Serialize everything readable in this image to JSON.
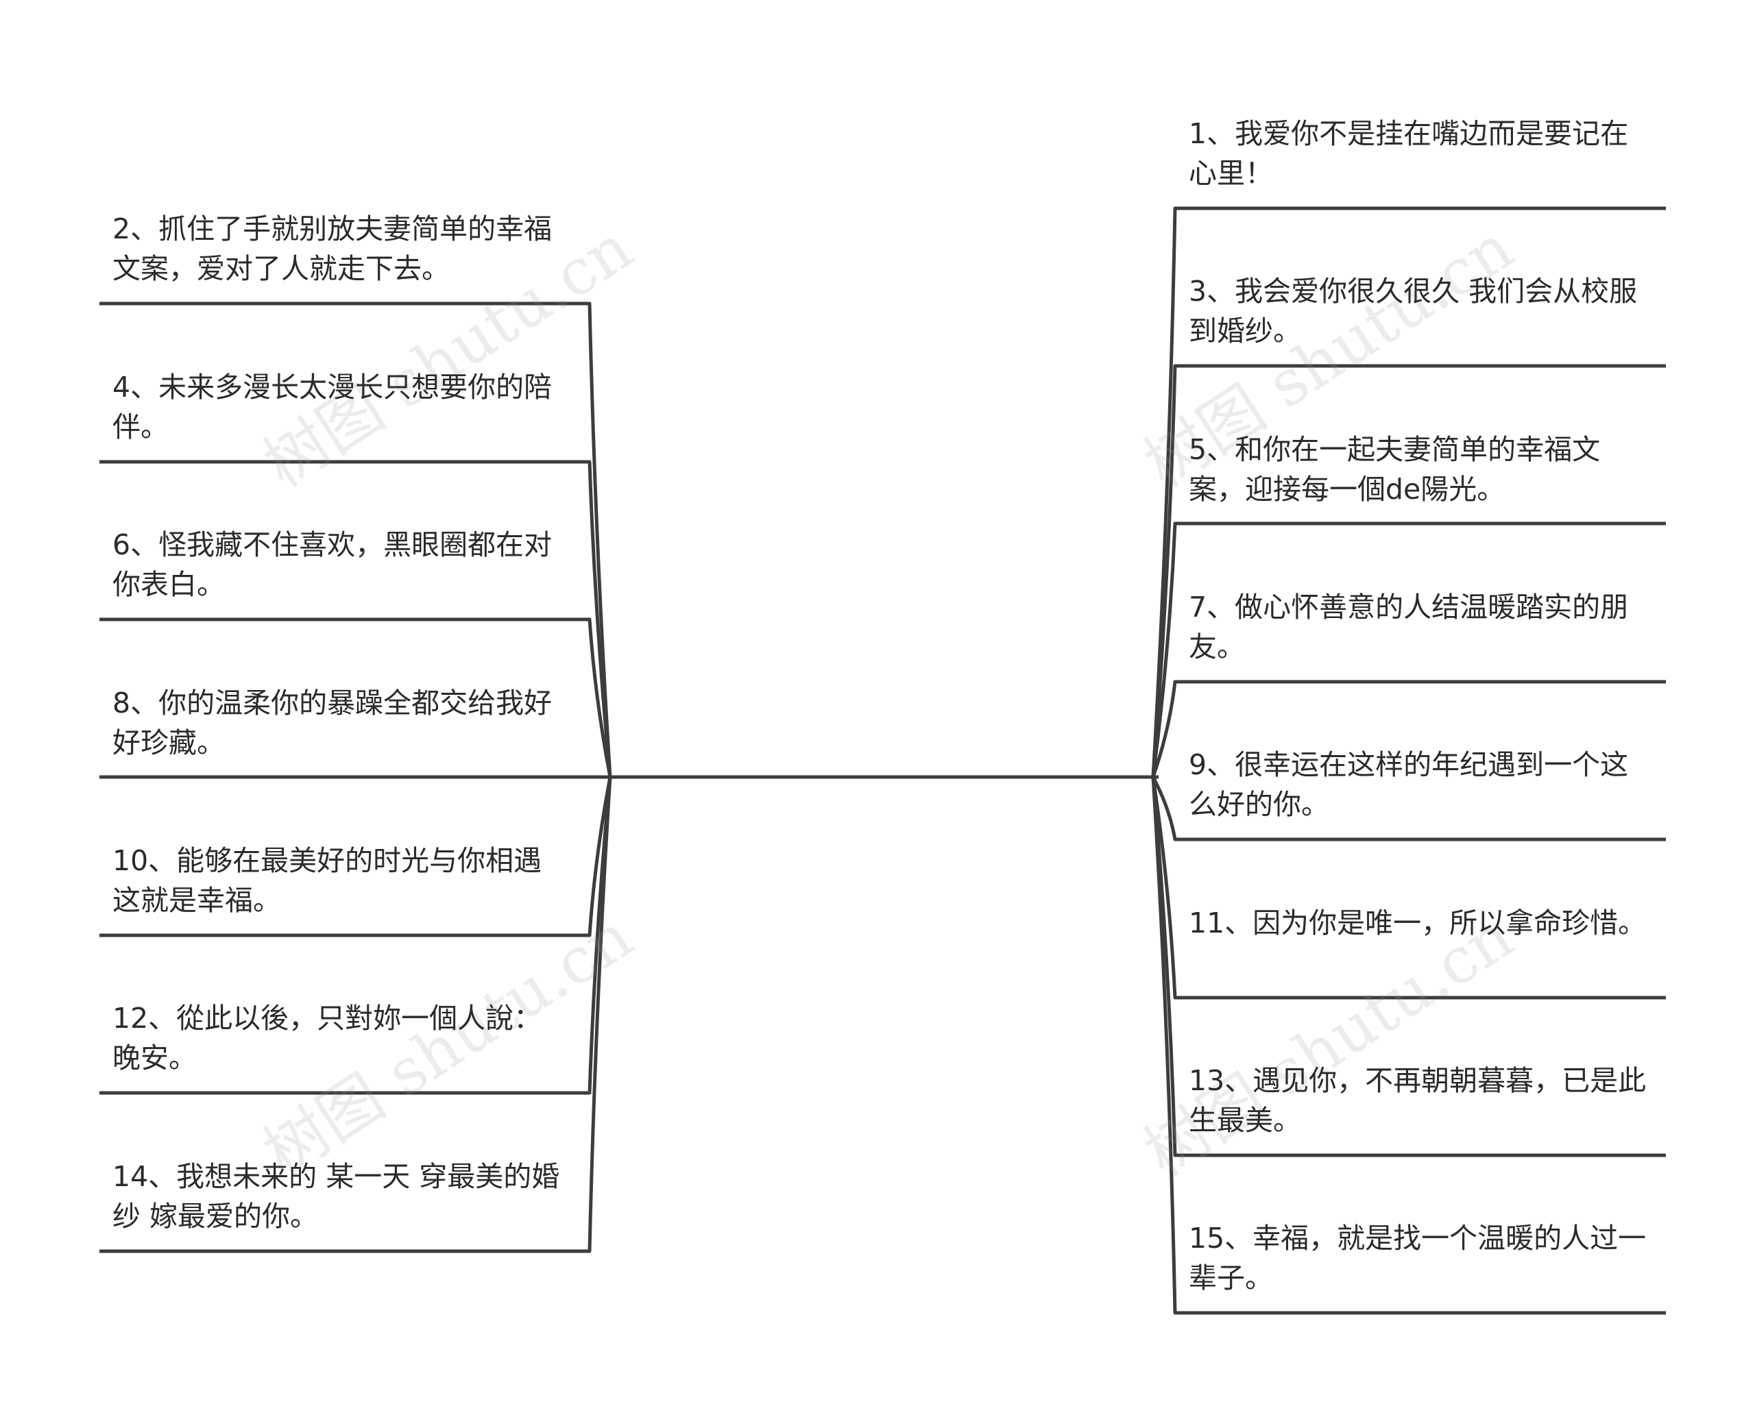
{
  "watermark": "树图 shutu.cn",
  "line_color": "#3d3d3d",
  "left_items": [
    "2、抓住了手就别放夫妻简单的幸福文案，爱对了人就走下去。",
    "4、未来多漫长太漫长只想要你的陪伴。",
    "6、怪我藏不住喜欢，黑眼圈都在对你表白。",
    "8、你的温柔你的暴躁全都交给我好好珍藏。",
    "10、能够在最美好的时光与你相遇这就是幸福。",
    "12、從此以後，只對妳一個人說：晚安。",
    "14、我想未来的 某一天 穿最美的婚纱 嫁最爱的你。"
  ],
  "right_items": [
    "1、我爱你不是挂在嘴边而是要记在心里！",
    "3、我会爱你很久很久 我们会从校服到婚纱。",
    "5、和你在一起夫妻简单的幸福文案，迎接每一個de陽光。",
    "7、做心怀善意的人结温暖踏实的朋友。",
    "9、很幸运在这样的年纪遇到一个这么好的你。",
    "11、因为你是唯一，所以拿命珍惜。",
    "13、遇见你，不再朝朝暮暮，已是此生最美。",
    "15、幸福，就是找一个温暖的人过一辈子。"
  ]
}
